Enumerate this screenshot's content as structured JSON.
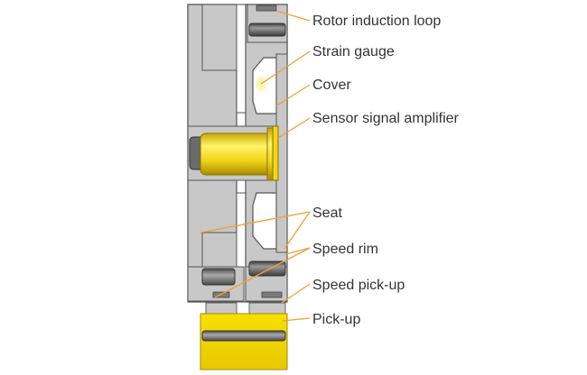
{
  "labels": {
    "rotor_induction_loop": "Rotor induction loop",
    "strain_gauge": "Strain gauge",
    "cover": "Cover",
    "sensor_signal_amplifier": "Sensor signal amplifier",
    "seat": "Seat",
    "speed_rim": "Speed rim",
    "speed_pickup": "Speed pick-up",
    "pickup": "Pick-up"
  },
  "colors": {
    "body_fill": "#c8c8c8",
    "body_outline": "#555555",
    "leader_line": "#f0a030",
    "shaft_yellow": "#f2d51a",
    "pickup_yellow": "#f5d800",
    "dark_gray": "#5a5a5a",
    "text": "#333333"
  }
}
